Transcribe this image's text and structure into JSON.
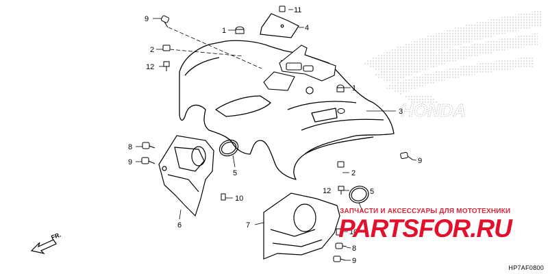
{
  "figure_code": "HP7AF0800",
  "direction_label": "FR.",
  "brand_logo_text": "HONDA",
  "watermark": {
    "caption": "ЗАПЧАСТИ И АКСЕССУАРЫ ДЛЯ МОТОТЕХНИКИ",
    "logo": "PARTSFOR.RU"
  },
  "callouts": {
    "c9_top": "9",
    "c11": "11",
    "c1_top": "1",
    "c4": "4",
    "c2_top": "2",
    "c12_top": "12",
    "c1_right": "1",
    "c3": "3",
    "c8": "8",
    "c9_left": "9",
    "c5_left": "5",
    "c9_right": "9",
    "c2_right": "2",
    "c12_right": "12",
    "c5_right": "5",
    "c10_left": "10",
    "c6": "6",
    "c7": "7",
    "c10_right": "10",
    "c8_bottom": "8",
    "c9_bottom": "9"
  },
  "colors": {
    "line": "#000000",
    "dots": "#b8b8b8",
    "watermark": "#e2102c"
  }
}
